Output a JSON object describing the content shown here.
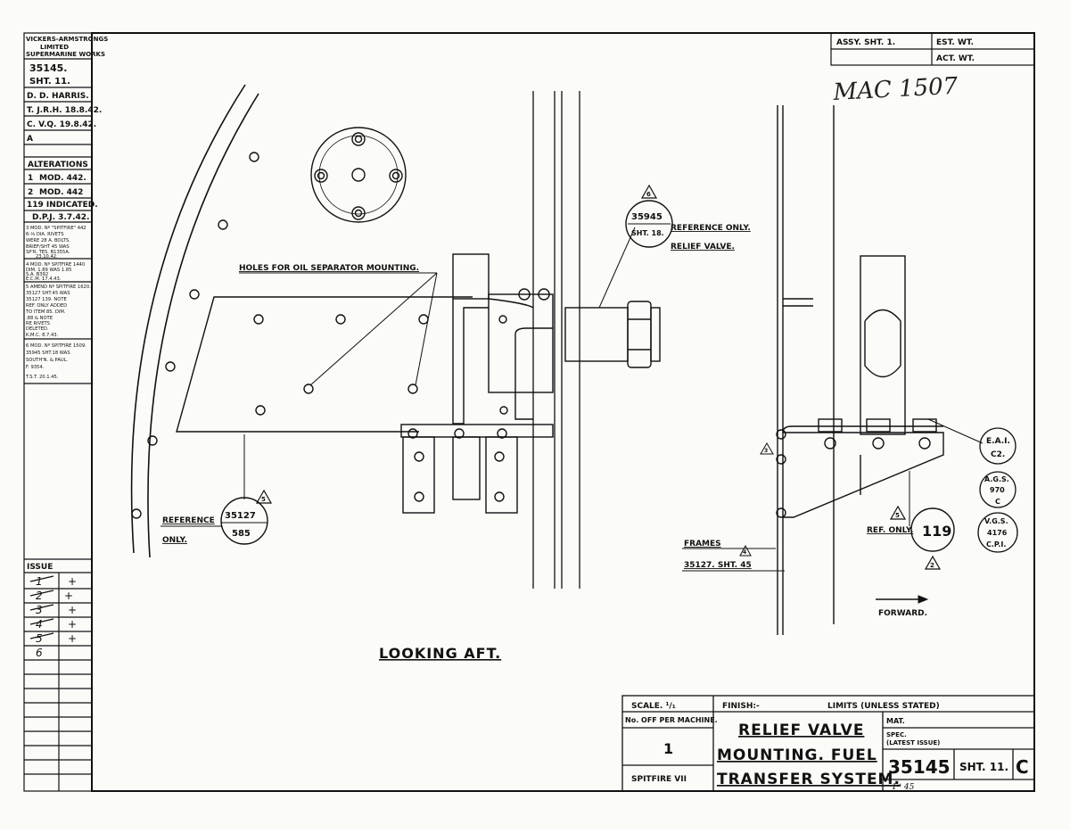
{
  "left_block": {
    "company": [
      "VICKERS-ARMSTRONGS",
      "LIMITED",
      "SUPERMARINE WORKS"
    ],
    "drawing_no": "35145.",
    "sheet": "SHT. 11.",
    "drawn": "D. D. HARRIS.",
    "traced": "T. J.R.H. 18.8.42.",
    "checked": "C. V.Q. 19.8.42.",
    "approved": "A",
    "alterations_heading": "ALTERATIONS",
    "alterations": [
      {
        "no": "1",
        "text": "MOD. 442."
      },
      {
        "no": "2",
        "text": "MOD. 442"
      },
      {
        "no": "",
        "text": "119 INDICATED."
      },
      {
        "no": "",
        "text": "D.P.J. 3.7.42."
      }
    ],
    "notes": [
      "3  MOD. Nº \"SPITFIRE\" 442",
      "6-⅛ DIA. RIVETS",
      "WERE 28 A. BOLTS.",
      "BRIEF/SHT 45 WAS",
      "SP'R. TES. B1355A.",
      "23.10.42.",
      "4  MOD. Nº SPITFIRE 1440",
      "DIM. 1.89 WAS 1.85",
      "S.A. B392",
      "E.C.M. 17.4.43.",
      "5  AMEND Nº SPITFIRE 1620.",
      "35127 SHT.45 WAS",
      "35127 139. NOTE",
      "REF. ONLY ADDED",
      "TO ITEM 85. DIM.",
      ".88 & NOTE",
      "RE RIVETS",
      "DELETED.",
      "K.M.C. 8.7.43.",
      "6  MOD. Nº SPITFIRE 1509.",
      "35945 SHT.18 WAS",
      "SOUTH'N. & PAUL.",
      "F. 9354.",
      "T.S.T. 20.1.45."
    ],
    "issue_heading": "ISSUE",
    "issue_rows": [
      {
        "left": "1",
        "right": "+"
      },
      {
        "left": "2",
        "right": "+"
      },
      {
        "left": "3",
        "right": "+"
      },
      {
        "left": "4",
        "right": "+"
      },
      {
        "left": "5",
        "right": "+"
      },
      {
        "left": "6",
        "right": ""
      }
    ]
  },
  "top_right": {
    "assy": "ASSY. SHT. 1.",
    "est_wt": "EST. WT.",
    "act_wt": "ACT. WT.",
    "handwritten": "MAC 1507"
  },
  "callouts": {
    "relief_ref_num": "35945",
    "relief_ref_sht": "SHT. 18.",
    "relief_ref_only": "REFERENCE ONLY.",
    "relief_valve": "RELIEF VALVE.",
    "relief_triangle": "6",
    "holes_label": "HOLES FOR OIL SEPARATOR MOUNTING.",
    "ref_left_word1": "REFERENCE",
    "ref_left_word2": "ONLY.",
    "ref_left_num": "35127",
    "ref_left_sht": "585",
    "ref_left_triangle": "5",
    "frames_label": "FRAMES",
    "frames_ref": "35127. SHT. 45",
    "frames_triangle": "4",
    "ref_only_right": "REF. ONLY.",
    "ref_right_num": "119",
    "ref_right_tri_top": "5",
    "ref_right_tri_bottom": "2",
    "side_triangle": "3",
    "eai_1": "E.A.I.",
    "eai_2": "C2.",
    "ags_1": "A.G.S.",
    "ags_2": "970",
    "ags_3": "C",
    "vgs_1": "V.G.S.",
    "vgs_2": "4176",
    "vgs_3": "C.P.I.",
    "forward": "FORWARD.",
    "looking_aft": "LOOKING  AFT."
  },
  "title_block": {
    "scale": "SCALE. ¹/₁",
    "finish": "FINISH:-",
    "limits": "LIMITS (UNLESS STATED)",
    "no_off_label": "No. OFF PER MACHINE.",
    "no_off_value": "1",
    "machine": "SPITFIRE VII",
    "title_line1": "RELIEF  VALVE",
    "title_line2": "MOUNTING.  FUEL",
    "title_line3": "TRANSFER  SYSTEM.",
    "mat": "MAT.",
    "spec": "SPEC.",
    "latest_issue": "(LATEST ISSUE)",
    "drawing_number": "35145",
    "sheet": "SHT. 11.",
    "issue_letter": "C",
    "date_note": "1ˢᵗ 45"
  }
}
